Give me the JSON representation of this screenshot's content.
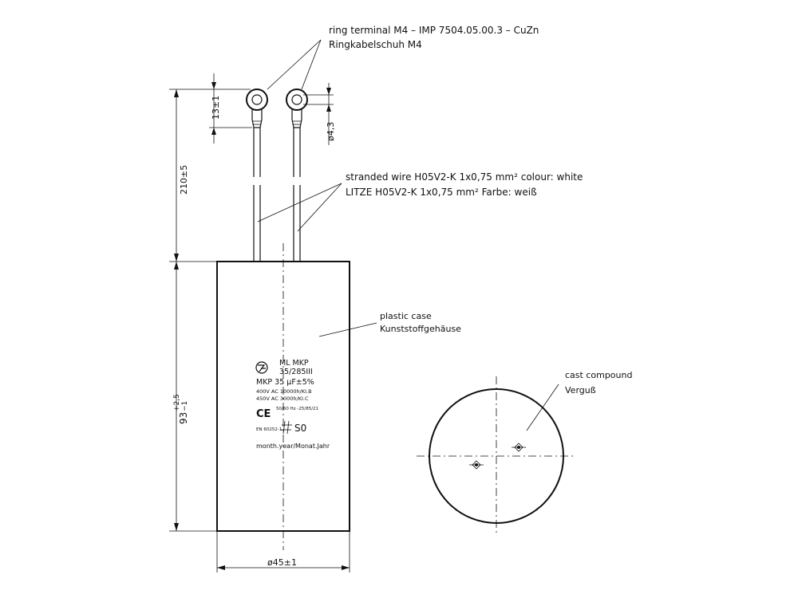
{
  "annotations": {
    "ring_terminal_en": "ring terminal M4 – IMP 7504.05.00.3 – CuZn",
    "ring_terminal_de": "Ringkabelschuh M4",
    "wire_en": "stranded wire H05V2-K    1x0,75 mm² colour: white",
    "wire_de": "LITZE H05V2-K      1x0,75 mm² Farbe: weiß",
    "case_en": "plastic case",
    "case_de": "Kunststoffgehäuse",
    "compound_en": "cast compound",
    "compound_de": "Verguß"
  },
  "dimensions": {
    "terminal_height": "13±1",
    "hole_diameter": "ø4,3",
    "total_wire_length": "210±5",
    "case_height_main": "93",
    "case_height_tol_upper": "+2,5",
    "case_height_tol_lower": "−1",
    "case_diameter": "ø45±1"
  },
  "label": {
    "line1": "ML MKP",
    "line2": "35/285III",
    "line3": "MKP 35 µF±5%",
    "line4": "400V AC 10000h/KI.B",
    "line5": "450V AC 3000h/KI.C",
    "line6": "50/60 Hz -25/85/21",
    "line7": "EN 60252-1",
    "s0": "S0",
    "date": "month.year/Monat.Jahr",
    "ce": "CE"
  }
}
